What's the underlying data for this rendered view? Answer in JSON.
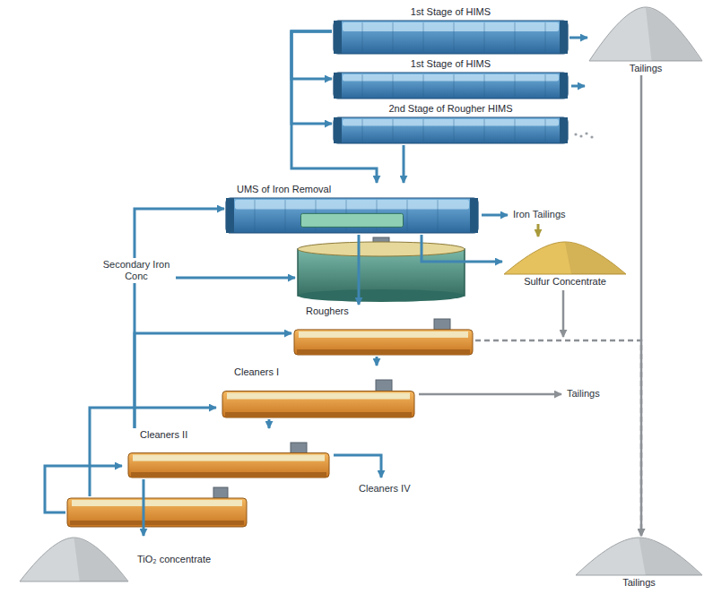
{
  "diagram": {
    "nodes": [
      {
        "text": [
          "1st Stage of HIMS"
        ]
      },
      {
        "text": [
          "1st Stage of HIMS"
        ]
      },
      {
        "text": [
          "2nd Stage of Rougher HIMS"
        ]
      },
      {
        "text": [
          "Tailings"
        ]
      },
      {
        "text": [
          "UMS of Iron Removal"
        ]
      },
      {
        "text": [
          "Sulfur Concentrate"
        ]
      },
      {
        "text": [
          "Roughers"
        ]
      },
      {
        "text": [
          "Cleaners I"
        ]
      },
      {
        "text": [
          "Cleaners II"
        ]
      },
      {
        "text": [
          "TiO₂ concentrate"
        ]
      },
      {
        "text": [
          "Tailings"
        ]
      }
    ],
    "edges": [
      {
        "from": 0,
        "to": 1,
        "arrow": "to"
      },
      {
        "from": 0,
        "to": 2,
        "arrow": "to"
      },
      {
        "from": 0,
        "to": 4,
        "arrow": "to"
      },
      {
        "from": 2,
        "to": 4,
        "arrow": "to"
      },
      {
        "from": 0,
        "to": 3,
        "arrow": "to"
      },
      {
        "from": 3,
        "to": 10,
        "arrow": "to"
      },
      {
        "from": 4,
        "to": 5,
        "arrow": "to"
      },
      {
        "from": 4,
        "to": 6,
        "arrow": "to"
      },
      {
        "from": 8,
        "to": 4,
        "arrow": "to"
      },
      {
        "from": 8,
        "to": 6,
        "arrow": "to"
      },
      {
        "from": 6,
        "to": 7,
        "arrow": "to"
      },
      {
        "from": 6,
        "to": 10,
        "arrow": "to"
      },
      {
        "from": 7,
        "to": 8,
        "arrow": "to"
      },
      {
        "from": 8,
        "to": 9,
        "arrow": "to"
      }
    ],
    "labels": [
      "Iron Tailings",
      "Secondary Iron Conc",
      "Tailings",
      "Cleaners IV"
    ]
  }
}
